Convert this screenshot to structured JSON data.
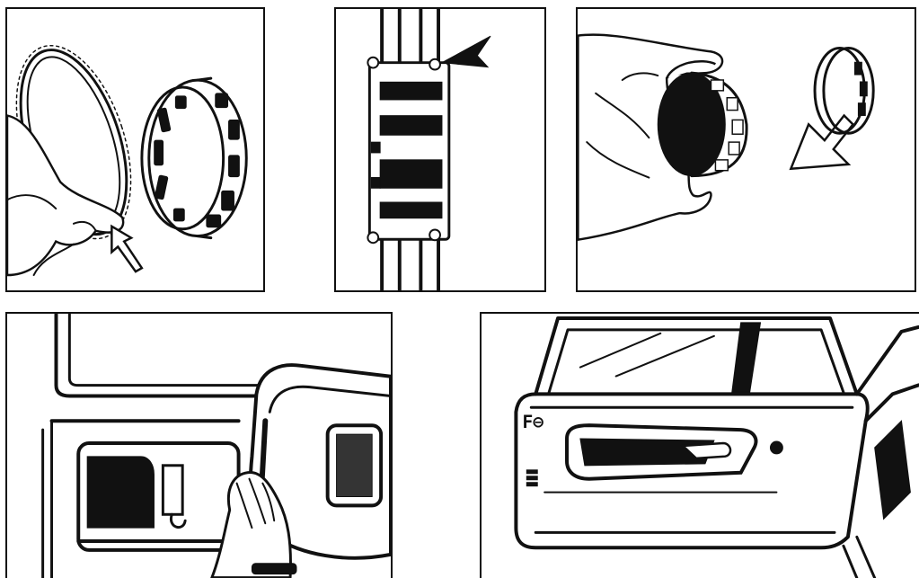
{
  "figure": {
    "panels": [
      {
        "id": "step-1",
        "description_icon": "ring-gear-and-cage-icon"
      },
      {
        "id": "step-2",
        "description_icon": "frame-clip-icon"
      },
      {
        "id": "step-3",
        "description_icon": "hand-inserting-ring-icon"
      },
      {
        "id": "step-4",
        "description_icon": "hand-removing-trim-icon"
      },
      {
        "id": "step-5",
        "description_icon": "car-door-installed-icon"
      }
    ],
    "colors": {
      "ink": "#111111",
      "paper": "#ffffff"
    }
  }
}
